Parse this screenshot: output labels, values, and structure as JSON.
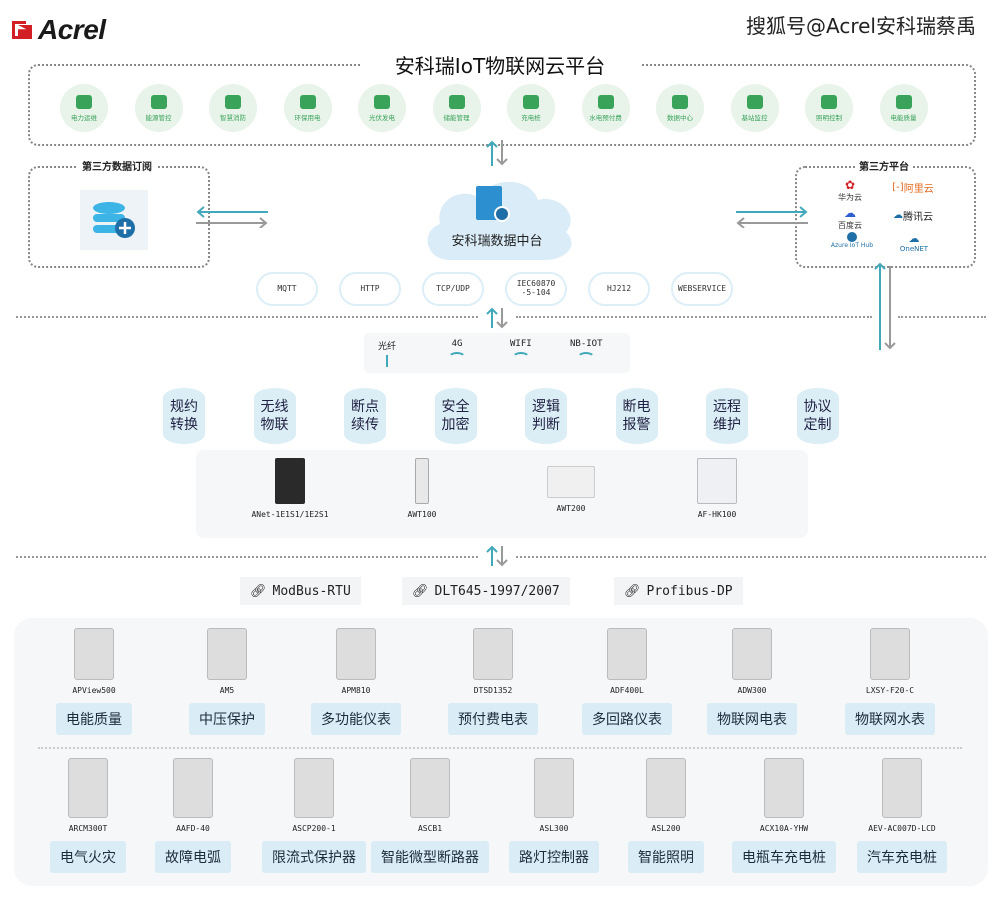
{
  "header": {
    "logo_text": "Acrel",
    "watermark": "搜狐号@Acrel安科瑞蔡禹"
  },
  "platform": {
    "title": "安科瑞IoT物联网云平台",
    "apps": [
      {
        "label": "电力运维",
        "icon": "power-maintenance-icon"
      },
      {
        "label": "能源管控",
        "icon": "energy-control-icon"
      },
      {
        "label": "智慧消防",
        "icon": "fire-protection-icon"
      },
      {
        "label": "环保用电",
        "icon": "eco-power-icon"
      },
      {
        "label": "光伏发电",
        "icon": "solar-panel-icon"
      },
      {
        "label": "储能管理",
        "icon": "energy-storage-icon"
      },
      {
        "label": "充电桩",
        "icon": "charging-pile-icon"
      },
      {
        "label": "水电预付费",
        "icon": "prepaid-icon"
      },
      {
        "label": "数据中心",
        "icon": "database-icon"
      },
      {
        "label": "基站监控",
        "icon": "base-station-icon"
      },
      {
        "label": "照明控制",
        "icon": "lighting-icon"
      },
      {
        "label": "电能质量",
        "icon": "power-quality-icon"
      }
    ]
  },
  "subscription": {
    "title": "第三方数据订阅"
  },
  "data_center": {
    "label": "安科瑞数据中台"
  },
  "third_party": {
    "title": "第三方平台",
    "brands": [
      "华为云",
      "阿里云",
      "百度云",
      "腾讯云",
      "Azure IoT Hub",
      "OneNET"
    ]
  },
  "protocols": [
    "MQTT",
    "HTTP",
    "TCP/UDP",
    "IEC60870\n-5-104",
    "HJ212",
    "WEBSERVICE"
  ],
  "network": [
    {
      "label": "光纤",
      "icon": "fiber-line-icon"
    },
    {
      "label": "4G",
      "icon": "wifi-icon"
    },
    {
      "label": "WIFI",
      "icon": "wifi-icon"
    },
    {
      "label": "NB-IOT",
      "icon": "wifi-icon"
    }
  ],
  "features": [
    [
      "规约",
      "转换"
    ],
    [
      "无线",
      "物联"
    ],
    [
      "断点",
      "续传"
    ],
    [
      "安全",
      "加密"
    ],
    [
      "逻辑",
      "判断"
    ],
    [
      "断电",
      "报警"
    ],
    [
      "远程",
      "维护"
    ],
    [
      "协议",
      "定制"
    ]
  ],
  "gateways": [
    "ANet-1E1S1/1E2S1",
    "AWT100",
    "AWT200",
    "AF-HK100"
  ],
  "buses": [
    "ModBus-RTU",
    "DLT645-1997/2007",
    "Profibus-DP"
  ],
  "devices_row1": [
    {
      "model": "APView500",
      "category": "电能质量"
    },
    {
      "model": "AM5",
      "category": "中压保护"
    },
    {
      "model": "APM810",
      "category": "多功能仪表"
    },
    {
      "model": "DTSD1352",
      "category": "预付费电表"
    },
    {
      "model": "ADF400L",
      "category": "多回路仪表"
    },
    {
      "model": "ADW300",
      "category": "物联网电表"
    },
    {
      "model": "LXSY-F20-C",
      "category": "物联网水表"
    }
  ],
  "devices_row2": [
    {
      "model": "ARCM300T",
      "category": "电气火灾"
    },
    {
      "model": "AAFD-40",
      "category": "故障电弧"
    },
    {
      "model": "ASCP200-1",
      "category": "限流式保护器"
    },
    {
      "model": "ASCB1",
      "category": "智能微型断路器"
    },
    {
      "model": "ASL300",
      "category": "路灯控制器"
    },
    {
      "model": "ASL200",
      "category": "智能照明"
    },
    {
      "model": "ACX10A-YHW",
      "category": "电瓶车充电桩"
    },
    {
      "model": "AEV-AC007D-LCD",
      "category": "汽车充电桩"
    }
  ],
  "colors": {
    "accent_teal": "#41a9b9",
    "green": "#3aa35a",
    "brand_red": "#d21f26",
    "light_blue": "#daedf7"
  }
}
